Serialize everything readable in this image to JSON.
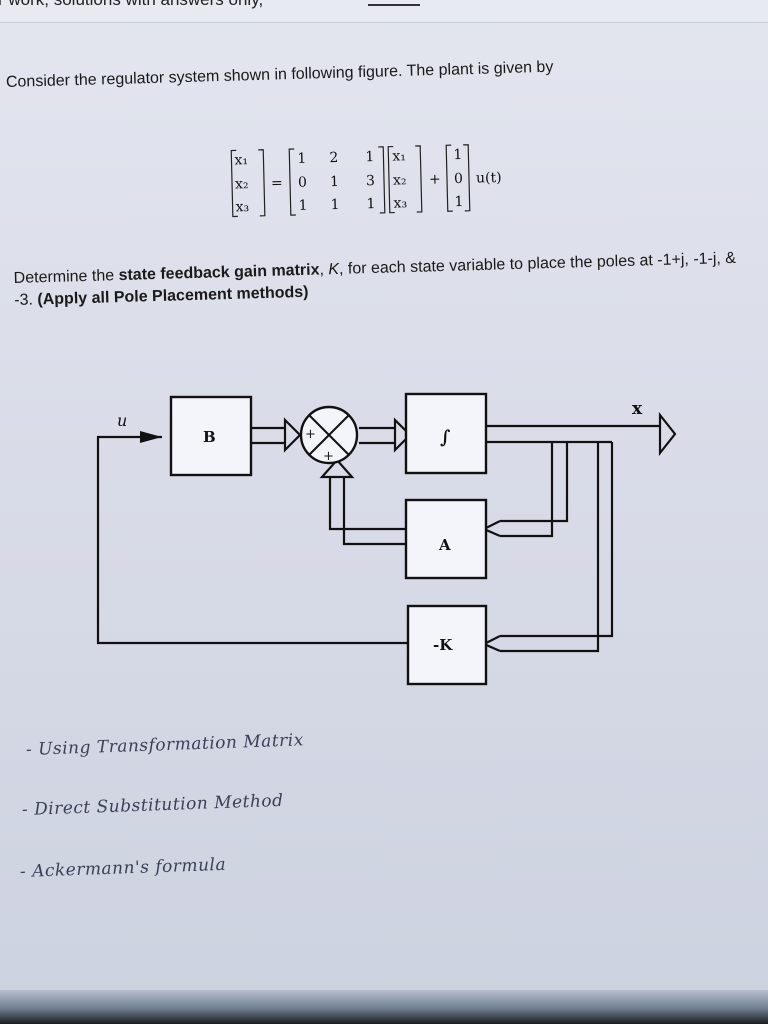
{
  "header_fragment": "r work, solutions with answers only,",
  "intro": "Consider the regulator system shown in following figure. The plant is given by",
  "equation": {
    "lhs": [
      "x₁",
      "x₂",
      "x₃"
    ],
    "equals": "=",
    "A": [
      [
        "1",
        "2",
        "1"
      ],
      [
        "0",
        "1",
        "3"
      ],
      [
        "1",
        "1",
        "1"
      ]
    ],
    "x": [
      "x₁",
      "x₂",
      "x₃"
    ],
    "plus": "+",
    "B": [
      "1",
      "0",
      "1"
    ],
    "input": "u(t)"
  },
  "task": {
    "t1": "Determine the ",
    "t2": "state feedback gain matrix",
    "t3": ", ",
    "t4": "K",
    "t5": ", for each state variable to place the poles at -1+j, -1-j, & -3. ",
    "t6": "(Apply all Pole Placement methods)"
  },
  "diagram": {
    "u_label": "u",
    "x_label": "x",
    "B": "B",
    "integrator": "∫",
    "A": "A",
    "K": "-K",
    "plus_top": "+",
    "plus_bottom": "+"
  },
  "handwritten": [
    "- Using Transformation Matrix",
    "- Direct Substitution Method",
    "- Ackermann's formula"
  ]
}
